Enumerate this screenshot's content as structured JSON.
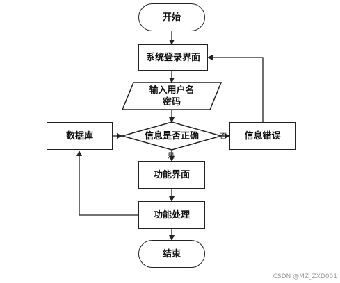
{
  "nodes": {
    "start": "开始",
    "login": "系统登录界面",
    "input_line1": "输入用户名",
    "input_line2": "密码",
    "check": "信息是否正确",
    "database": "数据库",
    "error": "信息错误",
    "function_ui": "功能界面",
    "function_proc": "功能处理",
    "end": "结束"
  },
  "labels": {
    "no": "否",
    "yes": "是"
  },
  "watermark": "CSDN @MZ_ZXD001"
}
